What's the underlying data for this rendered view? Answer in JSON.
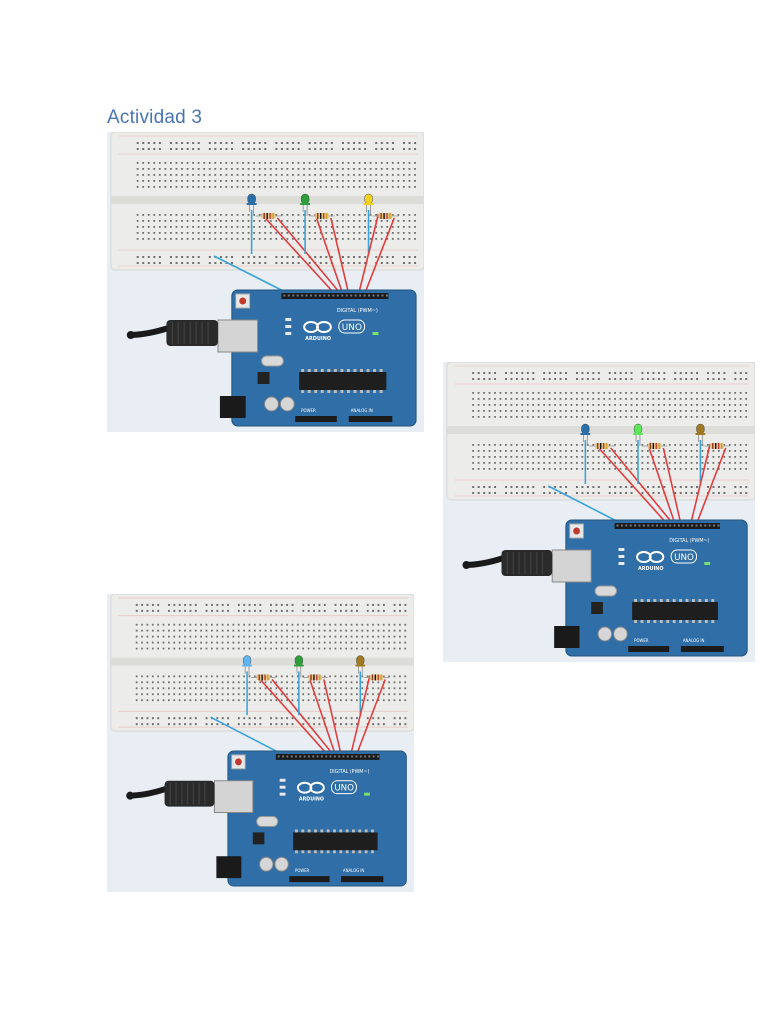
{
  "heading": "Actividad 3",
  "figures": [
    {
      "name": "circuit-1",
      "led_colors": [
        "#2a6fa8",
        "#2e9e3a",
        "#f2d21e"
      ]
    },
    {
      "name": "circuit-2",
      "led_colors": [
        "#2a6fa8",
        "#5de85a",
        "#a07a22"
      ]
    },
    {
      "name": "circuit-3",
      "led_colors": [
        "#5fb5ef",
        "#2e9e3a",
        "#a07a22"
      ]
    }
  ],
  "board": {
    "brand": "ARDUINO",
    "model": "UNO",
    "header_digital": "DIGITAL (PWM~)",
    "header_power": "POWER",
    "header_analog": "ANALOG IN"
  },
  "colors": {
    "breadboard": "#ececea",
    "board_blue": "#2f6ea6",
    "wire_red": "#e23b3b",
    "wire_blue": "#3aa3d9",
    "heading": "#4a73b5"
  }
}
